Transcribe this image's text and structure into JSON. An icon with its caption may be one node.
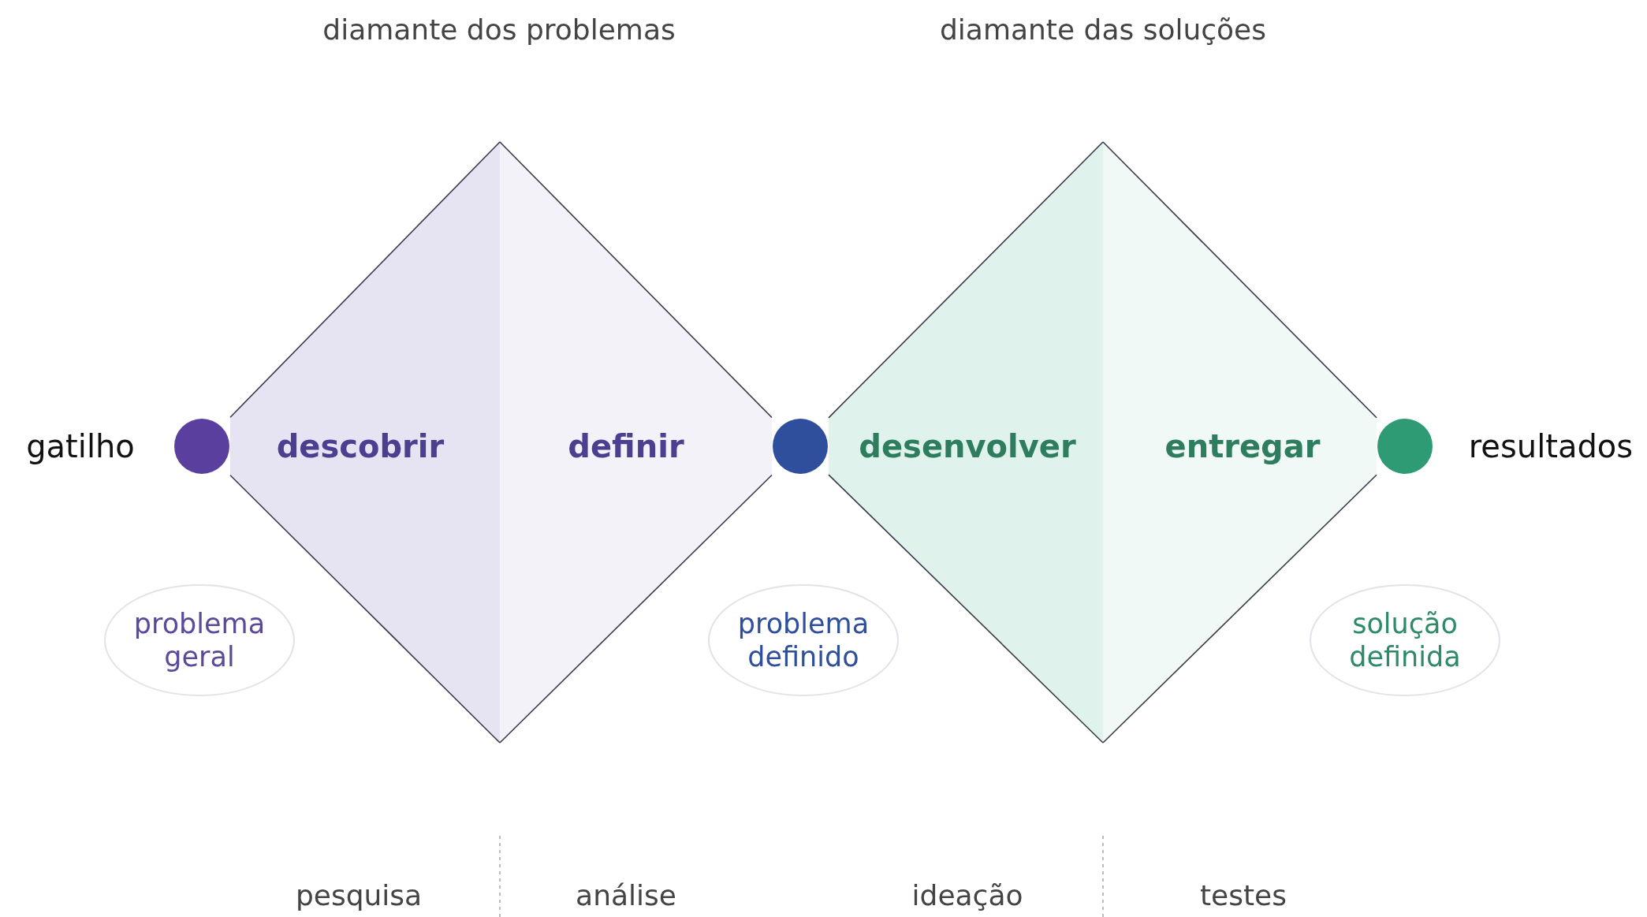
{
  "diagram": {
    "nodes": [
      {
        "text": [],
        "shape": "circle"
      },
      {
        "text": [
          "descobrir"
        ]
      },
      {
        "text": [
          "definir"
        ]
      },
      {
        "text": [],
        "shape": "circle"
      },
      {
        "text": [
          "desenvolver"
        ]
      },
      {
        "text": [
          "entregar"
        ]
      },
      {
        "text": [],
        "shape": "circle"
      },
      {
        "text": [
          "problema geral"
        ]
      },
      {
        "text": [
          "problema definido"
        ]
      },
      {
        "text": [
          "solução definida"
        ]
      }
    ],
    "labels": [
      "diamante dos problemas",
      "diamante das soluções",
      "gatilho",
      "resultados",
      "pesquisa",
      "análise",
      "ideação",
      "testes"
    ]
  }
}
